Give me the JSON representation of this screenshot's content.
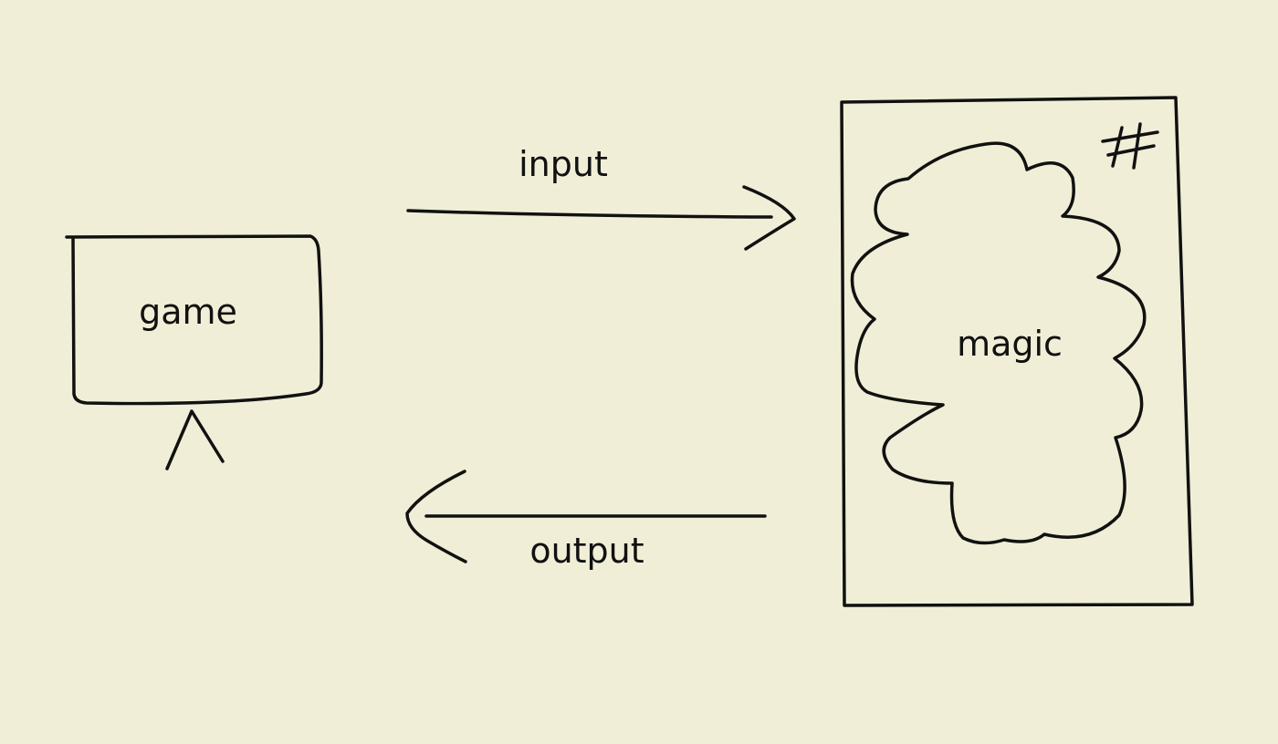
{
  "background_color": "#f0eed6",
  "stroke_color": "#111111",
  "nodes": {
    "game": {
      "label": "game",
      "icon": "screen-on-stand"
    },
    "magic": {
      "label": "magic",
      "icon": "cloud-in-box",
      "corner_mark": "hash"
    }
  },
  "edges": {
    "input": {
      "label": "input",
      "from": "game",
      "to": "magic"
    },
    "output": {
      "label": "output",
      "from": "magic",
      "to": "game"
    }
  }
}
